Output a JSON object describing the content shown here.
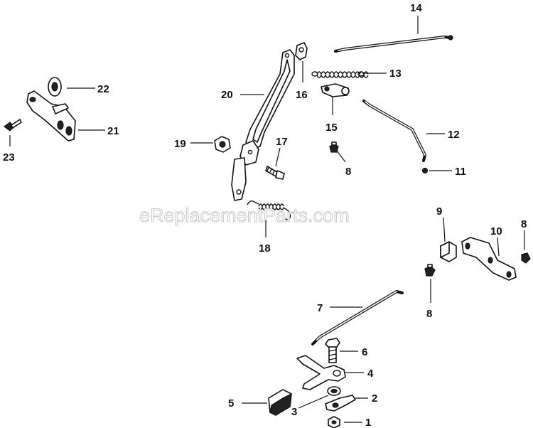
{
  "watermark": "eReplacementParts.com",
  "callouts": {
    "c1": "1",
    "c2": "2",
    "c3": "3",
    "c4": "4",
    "c5": "5",
    "c6": "6",
    "c7": "7",
    "c8a": "8",
    "c8b": "8",
    "c8c": "8",
    "c9": "9",
    "c10": "10",
    "c11": "11",
    "c12": "12",
    "c13": "13",
    "c14": "14",
    "c15": "15",
    "c16": "16",
    "c17": "17",
    "c18": "18",
    "c19": "19",
    "c20": "20",
    "c21": "21",
    "c22": "22",
    "c23": "23"
  }
}
